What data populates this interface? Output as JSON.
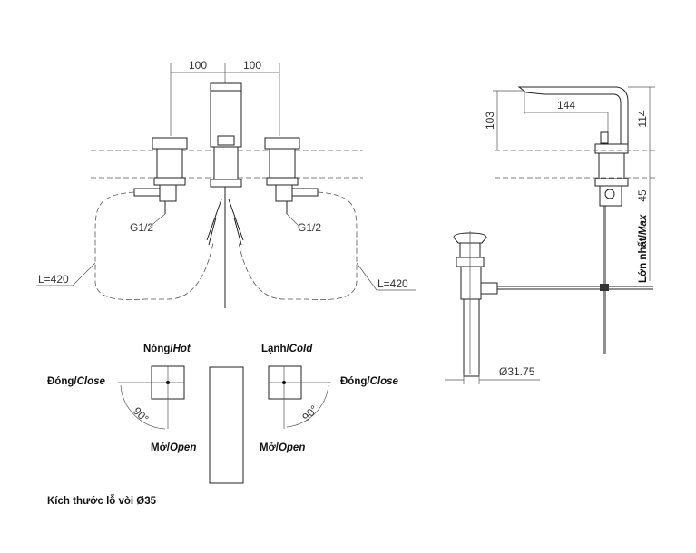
{
  "front_view": {
    "dim_left": "100",
    "dim_right": "100",
    "thread_left": "G1/2",
    "thread_right": "G1/2",
    "hose_left": "L=420",
    "hose_right": "L=420"
  },
  "side_view": {
    "dim_height_spout": "103",
    "dim_reach": "144",
    "dim_height_total": "114",
    "dim_max_deck": "45",
    "max_label_vi": "Lớn nhất/",
    "max_label_en": "Max",
    "drain_diameter": "Ø31.75"
  },
  "handles": {
    "hot_vi": "Nóng/",
    "hot_en": "Hot",
    "cold_vi": "Lạnh/",
    "cold_en": "Cold",
    "close_vi": "Đóng/",
    "close_en": "Close",
    "open_vi": "Mở/",
    "open_en": "Open",
    "angle": "90°"
  },
  "footer_note": "Kích thước lỗ vòi Ø35"
}
